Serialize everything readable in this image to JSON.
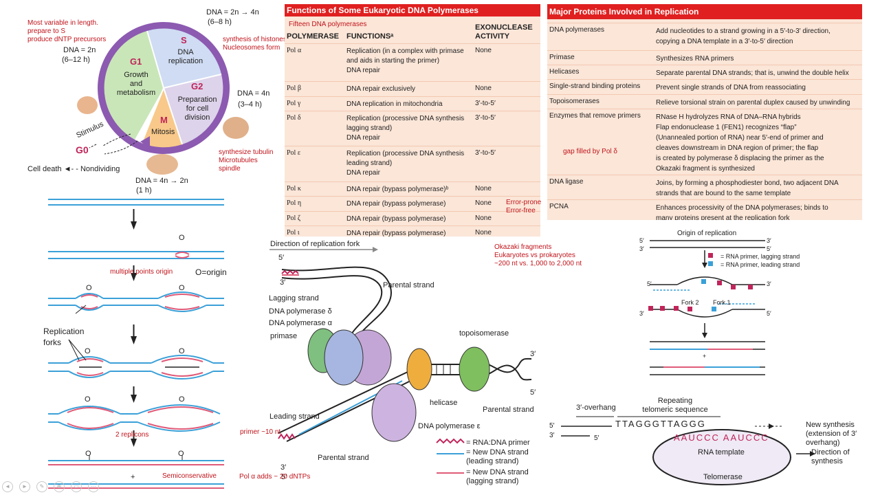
{
  "cell_cycle": {
    "dna_top": "DNA = 2n → 4n",
    "dna_top_time": "(6–8 h)",
    "dna_left": "DNA = 2n",
    "dna_left_time": "(6–12 h)",
    "dna_right": "DNA = 4n",
    "dna_right_time": "(3–4 h)",
    "dna_bottom": "DNA = 4n → 2n",
    "dna_bottom_time": "(1 h)",
    "g1_title": "G1",
    "g1_text": "Growth\nand\nmetabolism",
    "s_title": "S",
    "s_text": "DNA\nreplication",
    "g2_title": "G2",
    "g2_text": "Preparation\nfor cell\ndivision",
    "m_title": "M",
    "m_text": "Mitosis",
    "stimulus": "Stimulus",
    "g0": "G0",
    "cell_death": "Cell death",
    "nondividing": "Nondividing"
  },
  "notes": {
    "g1_note": "Most variable in length.\nprepare to S\nproduce dNTP precursors",
    "s_note": "synthesis of histones\nNucleosomes form",
    "g2_note": "synthesize tubulin\nMicrotubules\nspindle",
    "polymerases_note": "Fifteen DNA polymerases",
    "error_prone": "Error-prone",
    "error_free": "Error-free",
    "okazaki": "Okazaki fragments\nEukaryotes vs prokaryotes\n ~200 nt vs. 1,000 to 2,000 nt",
    "gap": "gap filled by Pol δ",
    "multiple_origin": "multiple points origin",
    "two_replicons": "2 replicons",
    "semiconservative": "Semiconservative",
    "primer_len": "primer ~10 nt",
    "pol_alpha_adds": "Pol α adds ~ 20 dNTPs"
  },
  "pol_table": {
    "title": "Functions of Some Eukaryotic DNA Polymerases",
    "col1": "POLYMERASE",
    "col2": "FUNCTIONSᵃ",
    "col3": "EXONUCLEASE\nACTIVITY",
    "rows": [
      {
        "pol": "Pol α",
        "fn": "Replication (in a complex with primase\n   and aids in starting the primer)\nDNA repair",
        "exo": "None"
      },
      {
        "pol": "Pol β",
        "fn": "DNA repair exclusively",
        "exo": "None"
      },
      {
        "pol": "Pol γ",
        "fn": "DNA replication in mitochondria",
        "exo": "3′-to-5′"
      },
      {
        "pol": "Pol δ",
        "fn": "Replication (processive DNA synthesis\n   lagging strand)\nDNA repair",
        "exo": "3′-to-5′"
      },
      {
        "pol": "Pol ε",
        "fn": "Replication (processive DNA synthesis\n   leading strand)\nDNA repair",
        "exo": "3′-to-5′"
      },
      {
        "pol": "Pol κ",
        "fn": "DNA repair (bypass polymerase)ᵇ",
        "exo": "None"
      },
      {
        "pol": "Pol η",
        "fn": "DNA repair (bypass polymerase)",
        "exo": "None"
      },
      {
        "pol": "Pol ζ",
        "fn": "DNA repair (bypass polymerase)",
        "exo": "None"
      },
      {
        "pol": "Pol ι",
        "fn": "DNA repair (bypass polymerase)",
        "exo": "None"
      }
    ]
  },
  "protein_table": {
    "title": "Major Proteins Involved in Replication",
    "rows": [
      {
        "name": "DNA polymerases",
        "fn": "Add nucleotides to a strand growing in a 5′-to-3′ direction,\n   copying a DNA template in a 3′-to-5′ direction"
      },
      {
        "name": "Primase",
        "fn": "Synthesizes RNA primers"
      },
      {
        "name": "Helicases",
        "fn": "Separate parental DNA strands; that is, unwind the double helix"
      },
      {
        "name": "Single-strand binding proteins",
        "fn": "Prevent single strands of DNA from reassociating"
      },
      {
        "name": "Topoisomerases",
        "fn": "Relieve torsional strain on parental duplex caused by unwinding"
      },
      {
        "name": "Enzymes that remove primers",
        "fn": "RNase H hydrolyzes RNA of DNA–RNA hybrids\nFlap endonuclease 1 (FEN1) recognizes “flap”\n(Unannealed portion of RNA) near 5′-end of primer and\n   cleaves downstream in DNA region of primer; the flap\n   is created by polymerase δ displacing the primer as the\n   Okazaki fragment is synthesized"
      },
      {
        "name": "DNA ligase",
        "fn": "Joins, by forming a phosphodiester bond, two adjacent DNA\n   strands that are bound to the same template"
      },
      {
        "name": "PCNA",
        "fn": "Enhances processivity of the DNA polymerases; binds to\n   many proteins present at the replication fork"
      }
    ]
  },
  "replicon": {
    "o_label": "O",
    "origin_label": "O=origin",
    "forks_label": "Replication\nforks",
    "plus": "+"
  },
  "fork": {
    "direction": "Direction of replication fork",
    "five_prime": "5′",
    "three_prime": "3′",
    "lagging": "Lagging strand",
    "pol_delta": "DNA polymerase δ",
    "pol_alpha": "DNA polymerase α",
    "primase": "primase",
    "parental_top": "Parental strand",
    "topoisomerase": "topoisomerase",
    "helicase": "helicase",
    "parental_right": "Parental strand",
    "leading": "Leading strand",
    "parental_bottom": "Parental strand",
    "pol_epsilon": "DNA polymerase ε",
    "legend_rna": "= RNA:DNA primer",
    "legend_leading": "= New DNA strand\n(leading strand)",
    "legend_lagging": "= New DNA strand\n(lagging strand)"
  },
  "origin_diagram": {
    "title": "Origin of replication",
    "five": "5′",
    "three": "3′",
    "legend_lagging": "= RNA primer, lagging strand",
    "legend_leading": "= RNA primer, leading strand",
    "fork2": "Fork 2",
    "fork1": "Fork 1",
    "plus": "+"
  },
  "telomere": {
    "overhang": "3′-overhang",
    "repeating": "Repeating\ntelomeric sequence",
    "seq": "TTAGGGTTAGGG",
    "rna_seq": "AAUCCC AAUCCC",
    "rna_template": "RNA template",
    "telomerase": "Telomerase",
    "new_synthesis": "New synthesis\n(extension of 3′ overhang)",
    "direction": "Direction of\nsynthesis",
    "five": "5′",
    "three": "3′"
  },
  "colors": {
    "primer": "#c0245a",
    "leading": "#3aa0d8",
    "lagging": "#e05a78",
    "red_note": "#c0141b"
  }
}
